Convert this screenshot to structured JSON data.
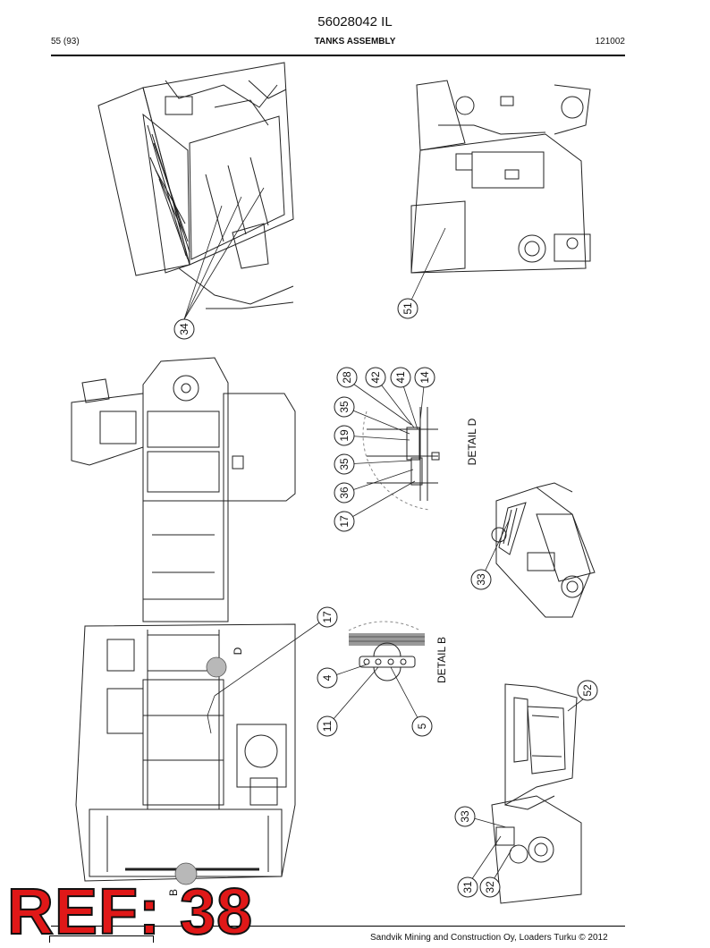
{
  "header": {
    "doc_number": "56028042 IL",
    "page": "55 (93)",
    "title": "TANKS ASSEMBLY",
    "date": "121002"
  },
  "callouts": {
    "c34": "34",
    "c51": "51",
    "c28": "28",
    "c42": "42",
    "c41": "41",
    "c14": "14",
    "c35a": "35",
    "c19": "19",
    "c35b": "35",
    "c36": "36",
    "c17a": "17",
    "c33a": "33",
    "c17b": "17",
    "c4": "4",
    "c11": "11",
    "c5": "5",
    "c52": "52",
    "c33b": "33",
    "c31": "31",
    "c32": "32"
  },
  "labels": {
    "detail_d": "DETAIL D",
    "detail_b": "DETAIL B",
    "view_d": "D",
    "view_b": "B"
  },
  "watermark": "REF: 38",
  "footer": {
    "copyright": "Sandvik Mining and Construction Oy, Loaders Turku © 2012"
  }
}
